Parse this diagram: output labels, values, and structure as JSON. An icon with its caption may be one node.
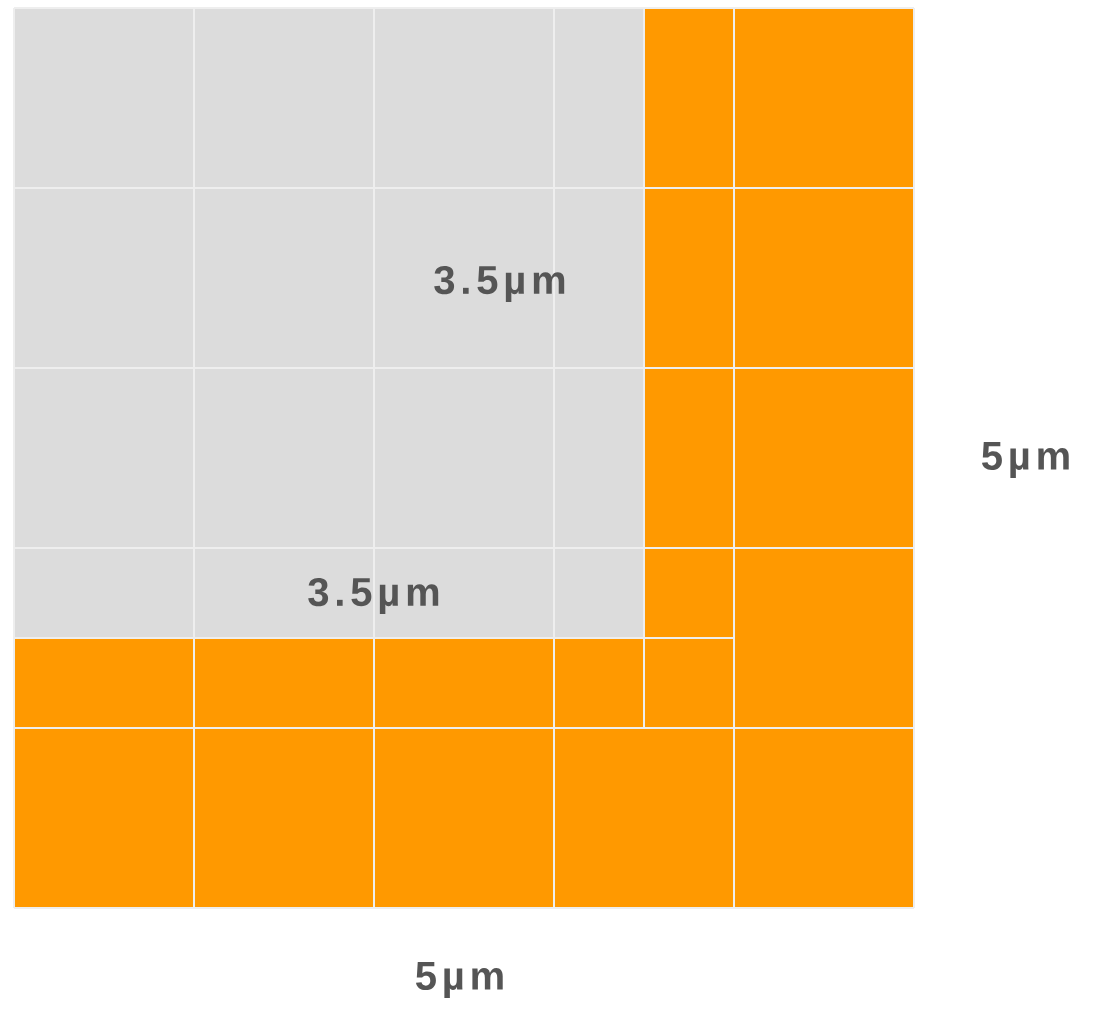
{
  "diagram": {
    "labels": [
      "3.5µm",
      "3.5µm",
      "5µm",
      "5µm"
    ]
  }
}
